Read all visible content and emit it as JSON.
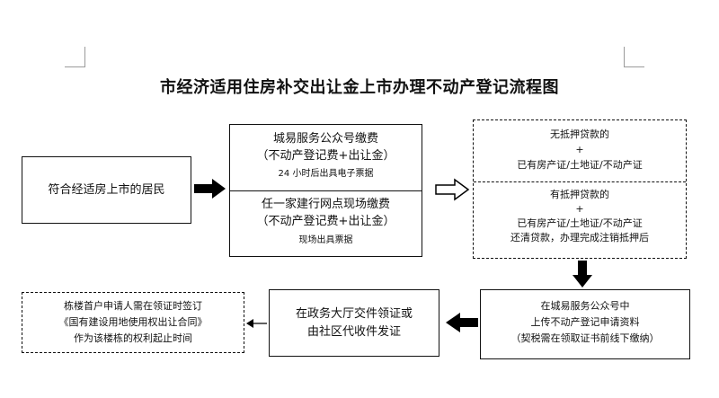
{
  "title": "市经济适用住房补交出让金上市办理不动产登记流程图",
  "nodes": {
    "start": "符合经适房上市的居民",
    "payment_online": {
      "line1": "城易服务公众号缴费",
      "line2": "（不动产登记费+出让金）",
      "line3": "24 小时后出具电子票据"
    },
    "payment_bank": {
      "line1": "任一家建行网点现场缴费",
      "line2": "（不动产登记费+出让金）",
      "line3": "现场出具票据"
    },
    "no_mortgage": {
      "line1": "无抵押贷款的",
      "line2": "+",
      "line3": "已有房产证/土地证/不动产证"
    },
    "with_mortgage": {
      "line1": "有抵押贷款的",
      "line2": "+",
      "line3": "已有房产证/土地证/不动产证",
      "line4": "还清贷款，办理完成注销抵押后"
    },
    "upload": {
      "line1": "在城易服务公众号中",
      "line2": "上传不动产登记申请资料",
      "line3": "（契税需在领取证书前线下缴纳）"
    },
    "collect": {
      "line1": "在政务大厅交件领证或",
      "line2": "由社区代收件发证"
    },
    "note": {
      "line1": "栋楼首户申请人需在领证时签订",
      "line2": "《国有建设用地使用权出让合同》",
      "line3": "作为该楼栋的权利起止时间"
    }
  }
}
